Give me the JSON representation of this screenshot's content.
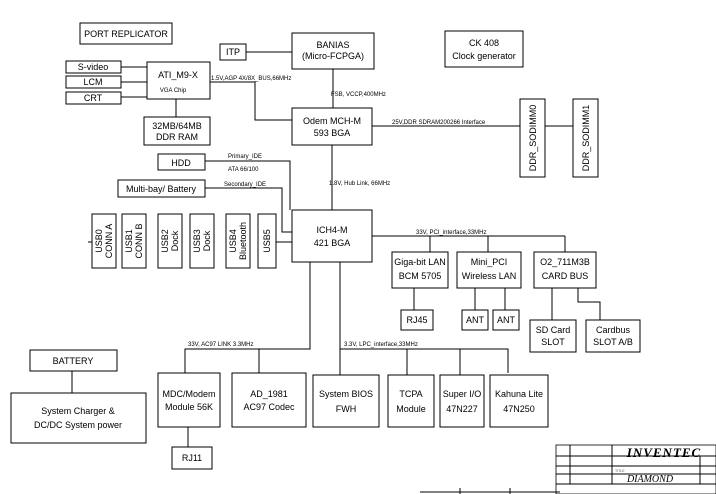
{
  "blocks": {
    "port_replicator": "PORT REPLICATOR",
    "itp": "ITP",
    "banias": [
      "BANIAS",
      "(Micro-FCPGA)"
    ],
    "ck408": [
      "CK 408",
      "Clock generator"
    ],
    "svideo": "S-video",
    "lcm": "LCM",
    "crt": "CRT",
    "ati": [
      "ATI_M9-X",
      "VGA Chip"
    ],
    "ddr_ram": [
      "32MB/64MB",
      "DDR RAM"
    ],
    "mch": [
      "Odem MCH-M",
      "593 BGA"
    ],
    "sodimm0": "DDR_SODIMM0",
    "sodimm1": "DDR_SODIMM1",
    "hdd": "HDD",
    "multibay": "Multi-bay/ Battery",
    "ich4": [
      "ICH4-M",
      "421 BGA"
    ],
    "usb0": [
      "USB0",
      "CONN A"
    ],
    "usb1": [
      "USB1",
      "CONN B"
    ],
    "usb2": [
      "USB2",
      "Dock"
    ],
    "usb3": [
      "USB3",
      "Dock"
    ],
    "usb4": [
      "USB4",
      "Bluetooth"
    ],
    "usb5": [
      "USB5"
    ],
    "gigalan": [
      "Giga-bit LAN",
      "BCM 5705"
    ],
    "minipci": [
      "Mini_PCI",
      "Wireless LAN"
    ],
    "cardbus": [
      "O2_711M3B",
      "CARD BUS"
    ],
    "rj45": "RJ45",
    "ant1": "ANT",
    "ant2": "ANT",
    "sdcard": [
      "SD Card",
      "SLOT"
    ],
    "cardbus_slot": [
      "Cardbus",
      "SLOT A/B"
    ],
    "battery": "BATTERY",
    "charger": [
      "System Charger &",
      "DC/DC System power"
    ],
    "mdc": [
      "MDC/Modem",
      "Module 56K"
    ],
    "ad1981": [
      "AD_1981",
      "AC97 Codec"
    ],
    "bios": [
      "System BIOS",
      "FWH"
    ],
    "tcpa": [
      "TCPA",
      "Module"
    ],
    "superio": [
      "Super I/O",
      "47N227"
    ],
    "kahuna": [
      "Kahuna Lite",
      "47N250"
    ],
    "rj11": "RJ11"
  },
  "buses": {
    "agp": "1.5V,AGP 4X/8X_BUS,66MHz",
    "fsb": "FSB, VCCP,400MHz",
    "ddr": "25V,DDR SDRAM200266 Interface",
    "primary_ide": "Primary_IDE",
    "ata": "ATA 66/100",
    "secondary_ide": "Secondary_IDE",
    "hub": "1.8V, Hub Link, 66MHz",
    "pci": "33V, PCI_interface,33MHz",
    "ac97": "33V, AC97 LINK 3.3MHz",
    "lpc": "3.3V, LPC_interface,33MHz"
  },
  "title_block": {
    "company": "INVENTEC",
    "project": "DIAMOND",
    "title_label": "TITLE"
  }
}
